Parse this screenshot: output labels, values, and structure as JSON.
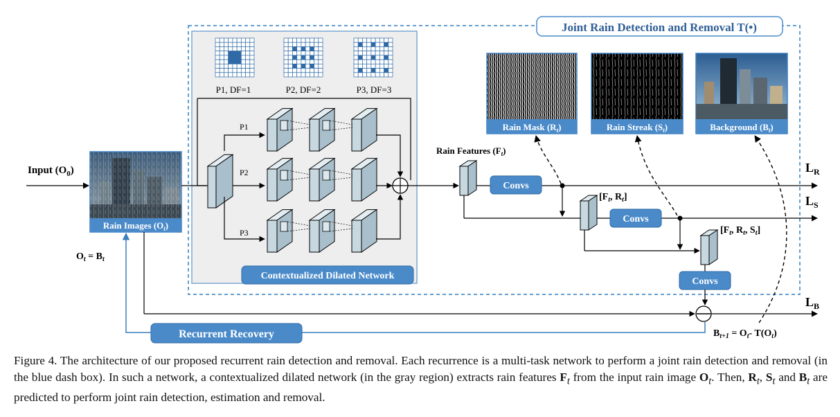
{
  "title_box": "Joint Rain Detection and Removal T(•)",
  "input_label": "Input (O",
  "input_sub": "0",
  "input_close": ")",
  "rain_images": "Rain Images (O",
  "rain_images_sub": "t",
  "rain_images_close": ")",
  "ot_eq_bt": {
    "o": "O",
    "o_sub": "t",
    "eq": " = B",
    "b_sub": "t"
  },
  "patterns": [
    {
      "label": "P1, DF=1"
    },
    {
      "label": "P2, DF=2"
    },
    {
      "label": "P3, DF=3"
    }
  ],
  "paths": [
    "P1",
    "P2",
    "P3"
  ],
  "cdn_label": "Contextualized Dilated Network",
  "rain_features": {
    "text": "Rain Features (F",
    "sub": "t",
    "close": ")"
  },
  "convs": [
    "Convs",
    "Convs",
    "Convs"
  ],
  "concat1": {
    "text": "[F",
    "sub": "t",
    "rest": ", R",
    "sub2": "t",
    "close": "]"
  },
  "concat2": {
    "text": "[F",
    "sub": "t",
    "rest": ", R",
    "sub2": "t",
    "rest2": ", S",
    "sub3": "t",
    "close": "]"
  },
  "outputs": [
    {
      "name": "Rain Mask (R",
      "sub": "t",
      "close": ")"
    },
    {
      "name": "Rain Streak (S",
      "sub": "t",
      "close": ")"
    },
    {
      "name": "Background (B",
      "sub": "t",
      "close": ")"
    }
  ],
  "losses": {
    "r": "L",
    "r_sub": "R",
    "s": "L",
    "s_sub": "S",
    "b": "L",
    "b_sub": "B"
  },
  "recurrent_recovery": "Recurrent Recovery",
  "bt1": {
    "b": "B",
    "b_sub": "t+1",
    "eq": " = O",
    "o_sub": "t",
    "rest": "- T(O",
    "o2_sub": "t",
    "close": ")"
  },
  "caption": {
    "p1": "Figure 4. The architecture of our proposed recurrent rain detection and removal. Each recurrence is a multi-task network to perform a joint rain detection and removal (in the blue dash box). In such a network, a contextualized dilated network (in the gray region) extracts rain features ",
    "ft": "F",
    "ft_sub": "t",
    "p2": " from the input rain image ",
    "ot": "O",
    "ot_sub": "t",
    "p3": ". Then, ",
    "rt": "R",
    "rt_sub": "t",
    "p4": ", ",
    "st": "S",
    "st_sub": "t",
    "p5": " and ",
    "bt": "B",
    "bt_sub": "t",
    "p6": " are predicted to perform joint rain detection, estimation and removal."
  },
  "colors": {
    "pill": "#4a8ac9",
    "pill_border": "#2f6aa6",
    "dash": "#2f7fc0",
    "gray": "#eeeeee",
    "gray_border": "#7ba7d1",
    "block": "#c8d8e0"
  }
}
